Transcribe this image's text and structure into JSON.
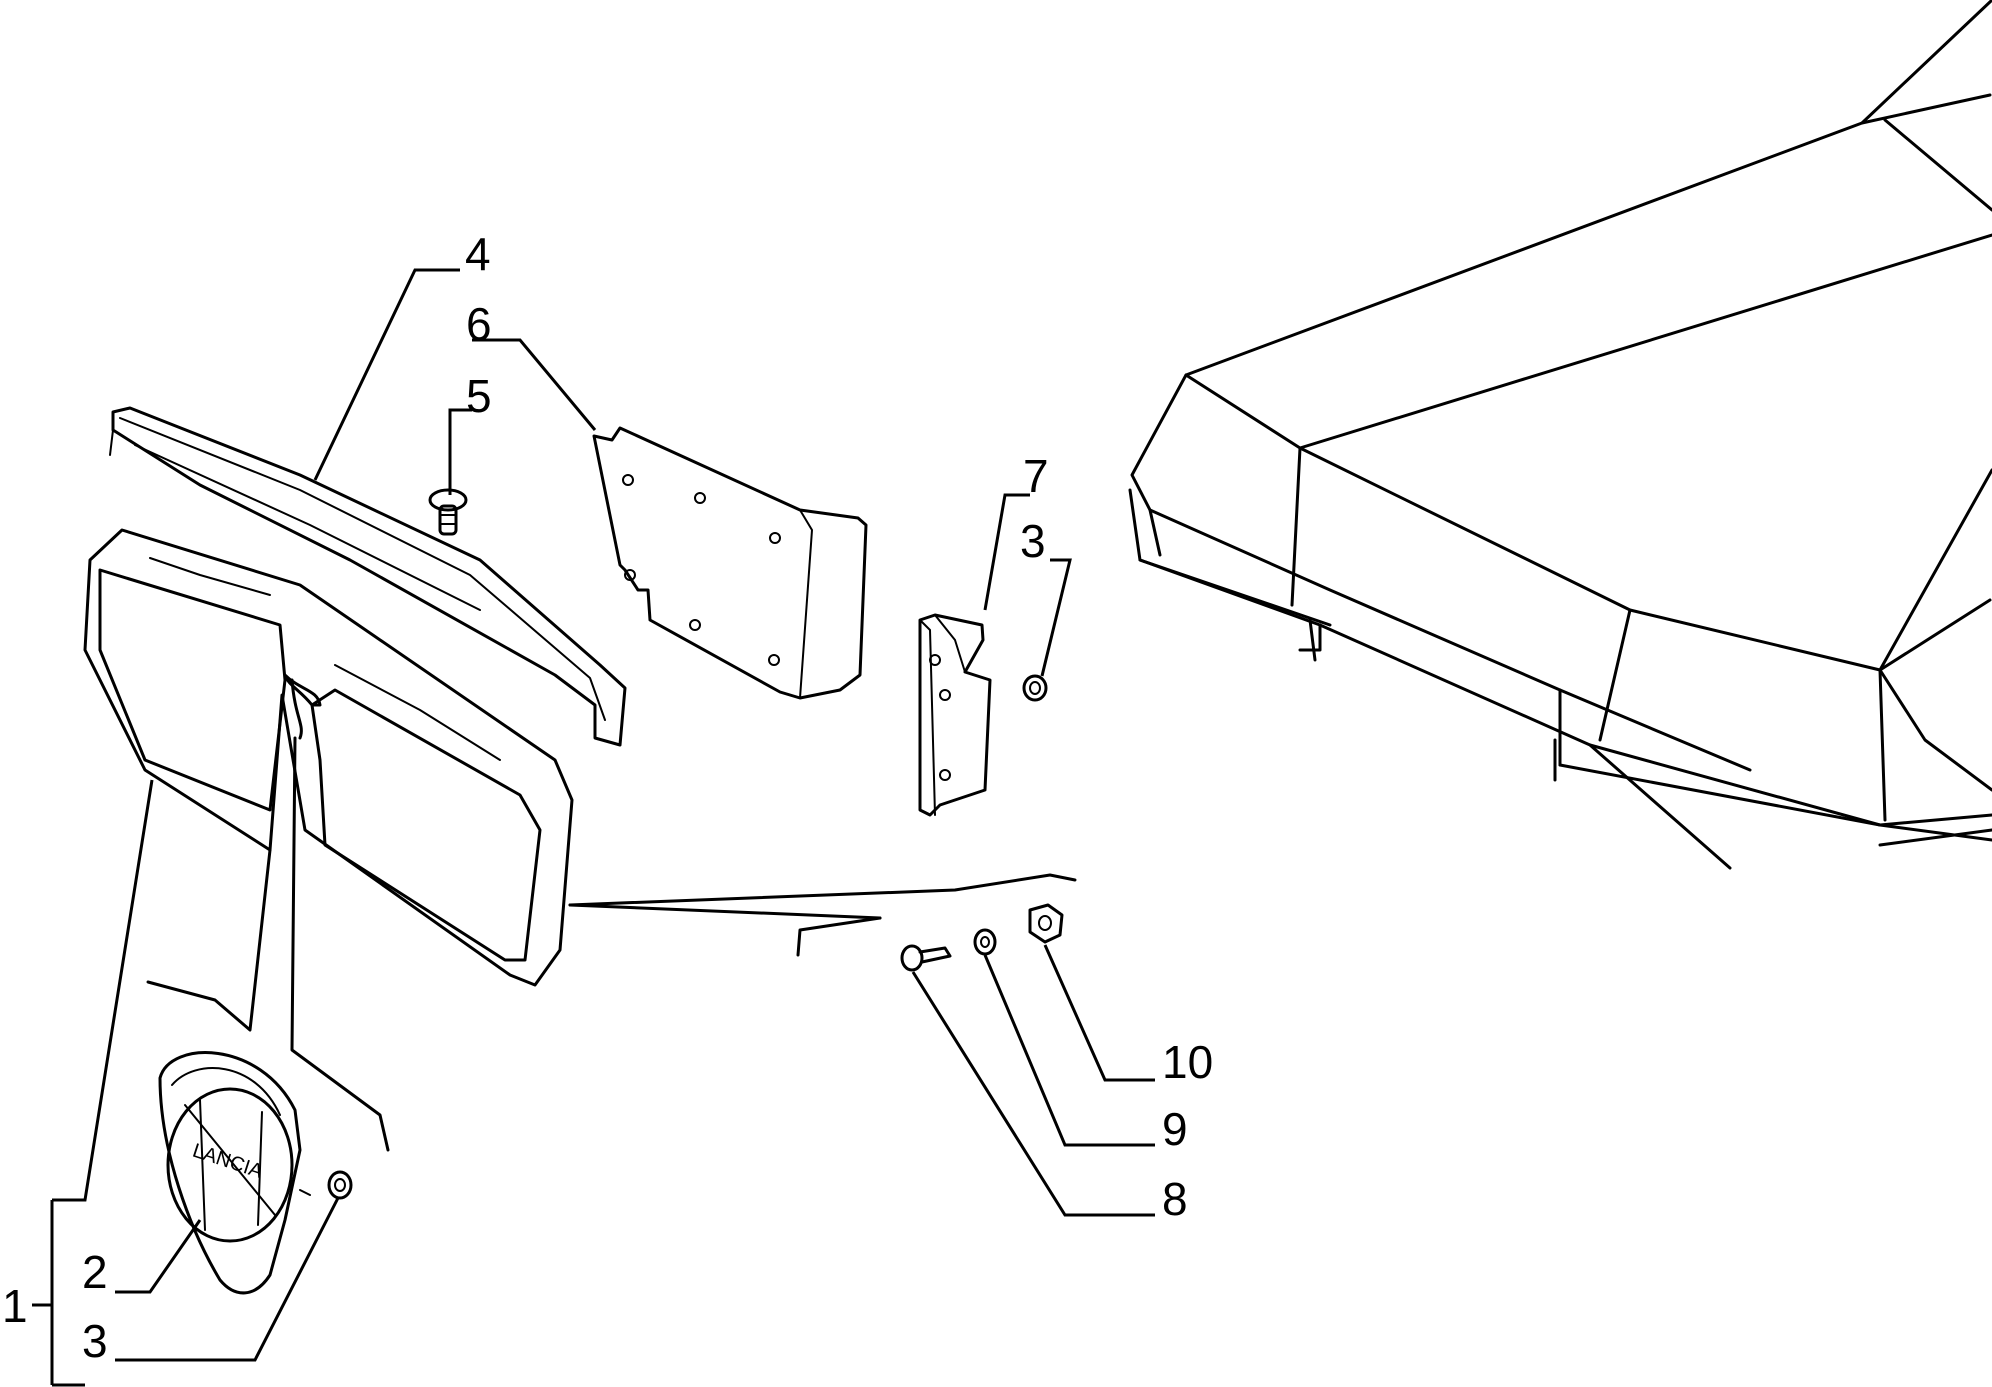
{
  "diagram": {
    "callouts": [
      {
        "id": "c1",
        "label": "1"
      },
      {
        "id": "c2",
        "label": "2"
      },
      {
        "id": "c3a",
        "label": "3"
      },
      {
        "id": "c3b",
        "label": "3"
      },
      {
        "id": "c4",
        "label": "4"
      },
      {
        "id": "c5",
        "label": "5"
      },
      {
        "id": "c6",
        "label": "6"
      },
      {
        "id": "c7",
        "label": "7"
      },
      {
        "id": "c8",
        "label": "8"
      },
      {
        "id": "c9",
        "label": "9"
      },
      {
        "id": "c10",
        "label": "10"
      }
    ],
    "badge_logo_text": "LANCIA",
    "colors": {
      "line": "#000000",
      "background": "#ffffff"
    }
  }
}
